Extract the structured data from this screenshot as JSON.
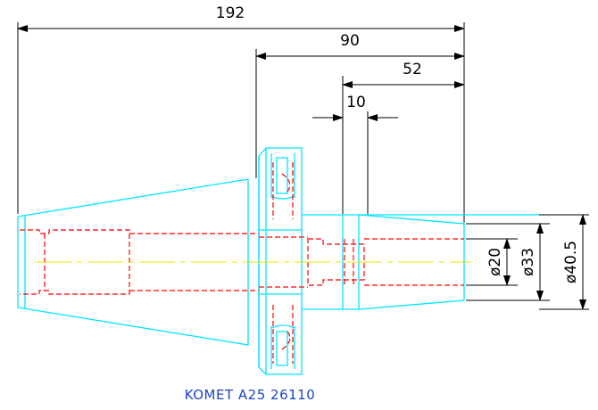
{
  "colors": {
    "outline": "#00e5ff",
    "hidden": "#ff0000",
    "centerline": "#e8e800",
    "dimension": "#000000",
    "caption": "#1e44c8",
    "background": "#ffffff"
  },
  "dimensions": {
    "overall_length": "192",
    "holder_length": "90",
    "nose_length": "52",
    "groove_width": "10",
    "bore_diameter": "ø20",
    "nose_diameter": "ø33",
    "outer_diameter": "ø40.5"
  },
  "caption": "KOMET A25 26110"
}
